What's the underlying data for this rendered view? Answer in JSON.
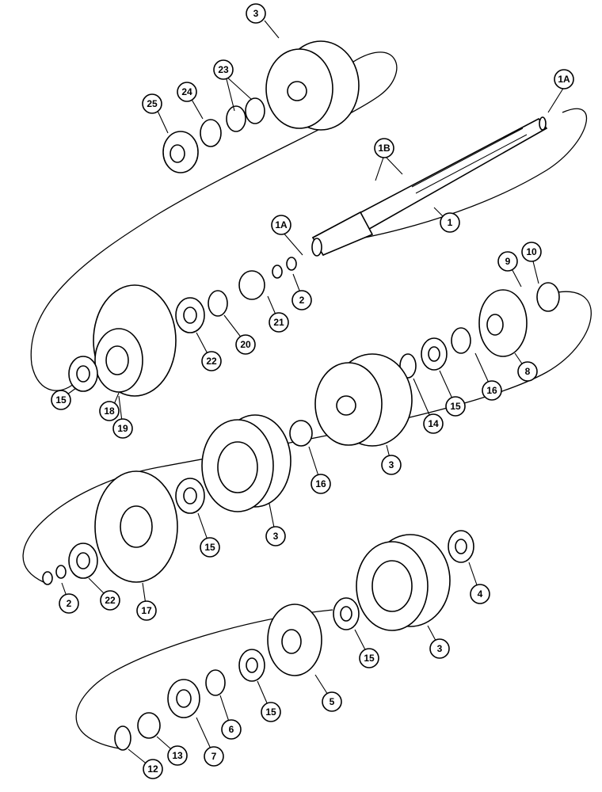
{
  "diagram": {
    "labels": [
      "3",
      "23",
      "24",
      "25",
      "1A",
      "1B",
      "1",
      "1A",
      "2",
      "21",
      "20",
      "22",
      "18",
      "19",
      "15",
      "9",
      "10",
      "8",
      "16",
      "15",
      "14",
      "3",
      "16",
      "15",
      "3",
      "17",
      "22",
      "2",
      "4",
      "3",
      "15",
      "5",
      "15",
      "6",
      "7",
      "13",
      "12"
    ]
  }
}
